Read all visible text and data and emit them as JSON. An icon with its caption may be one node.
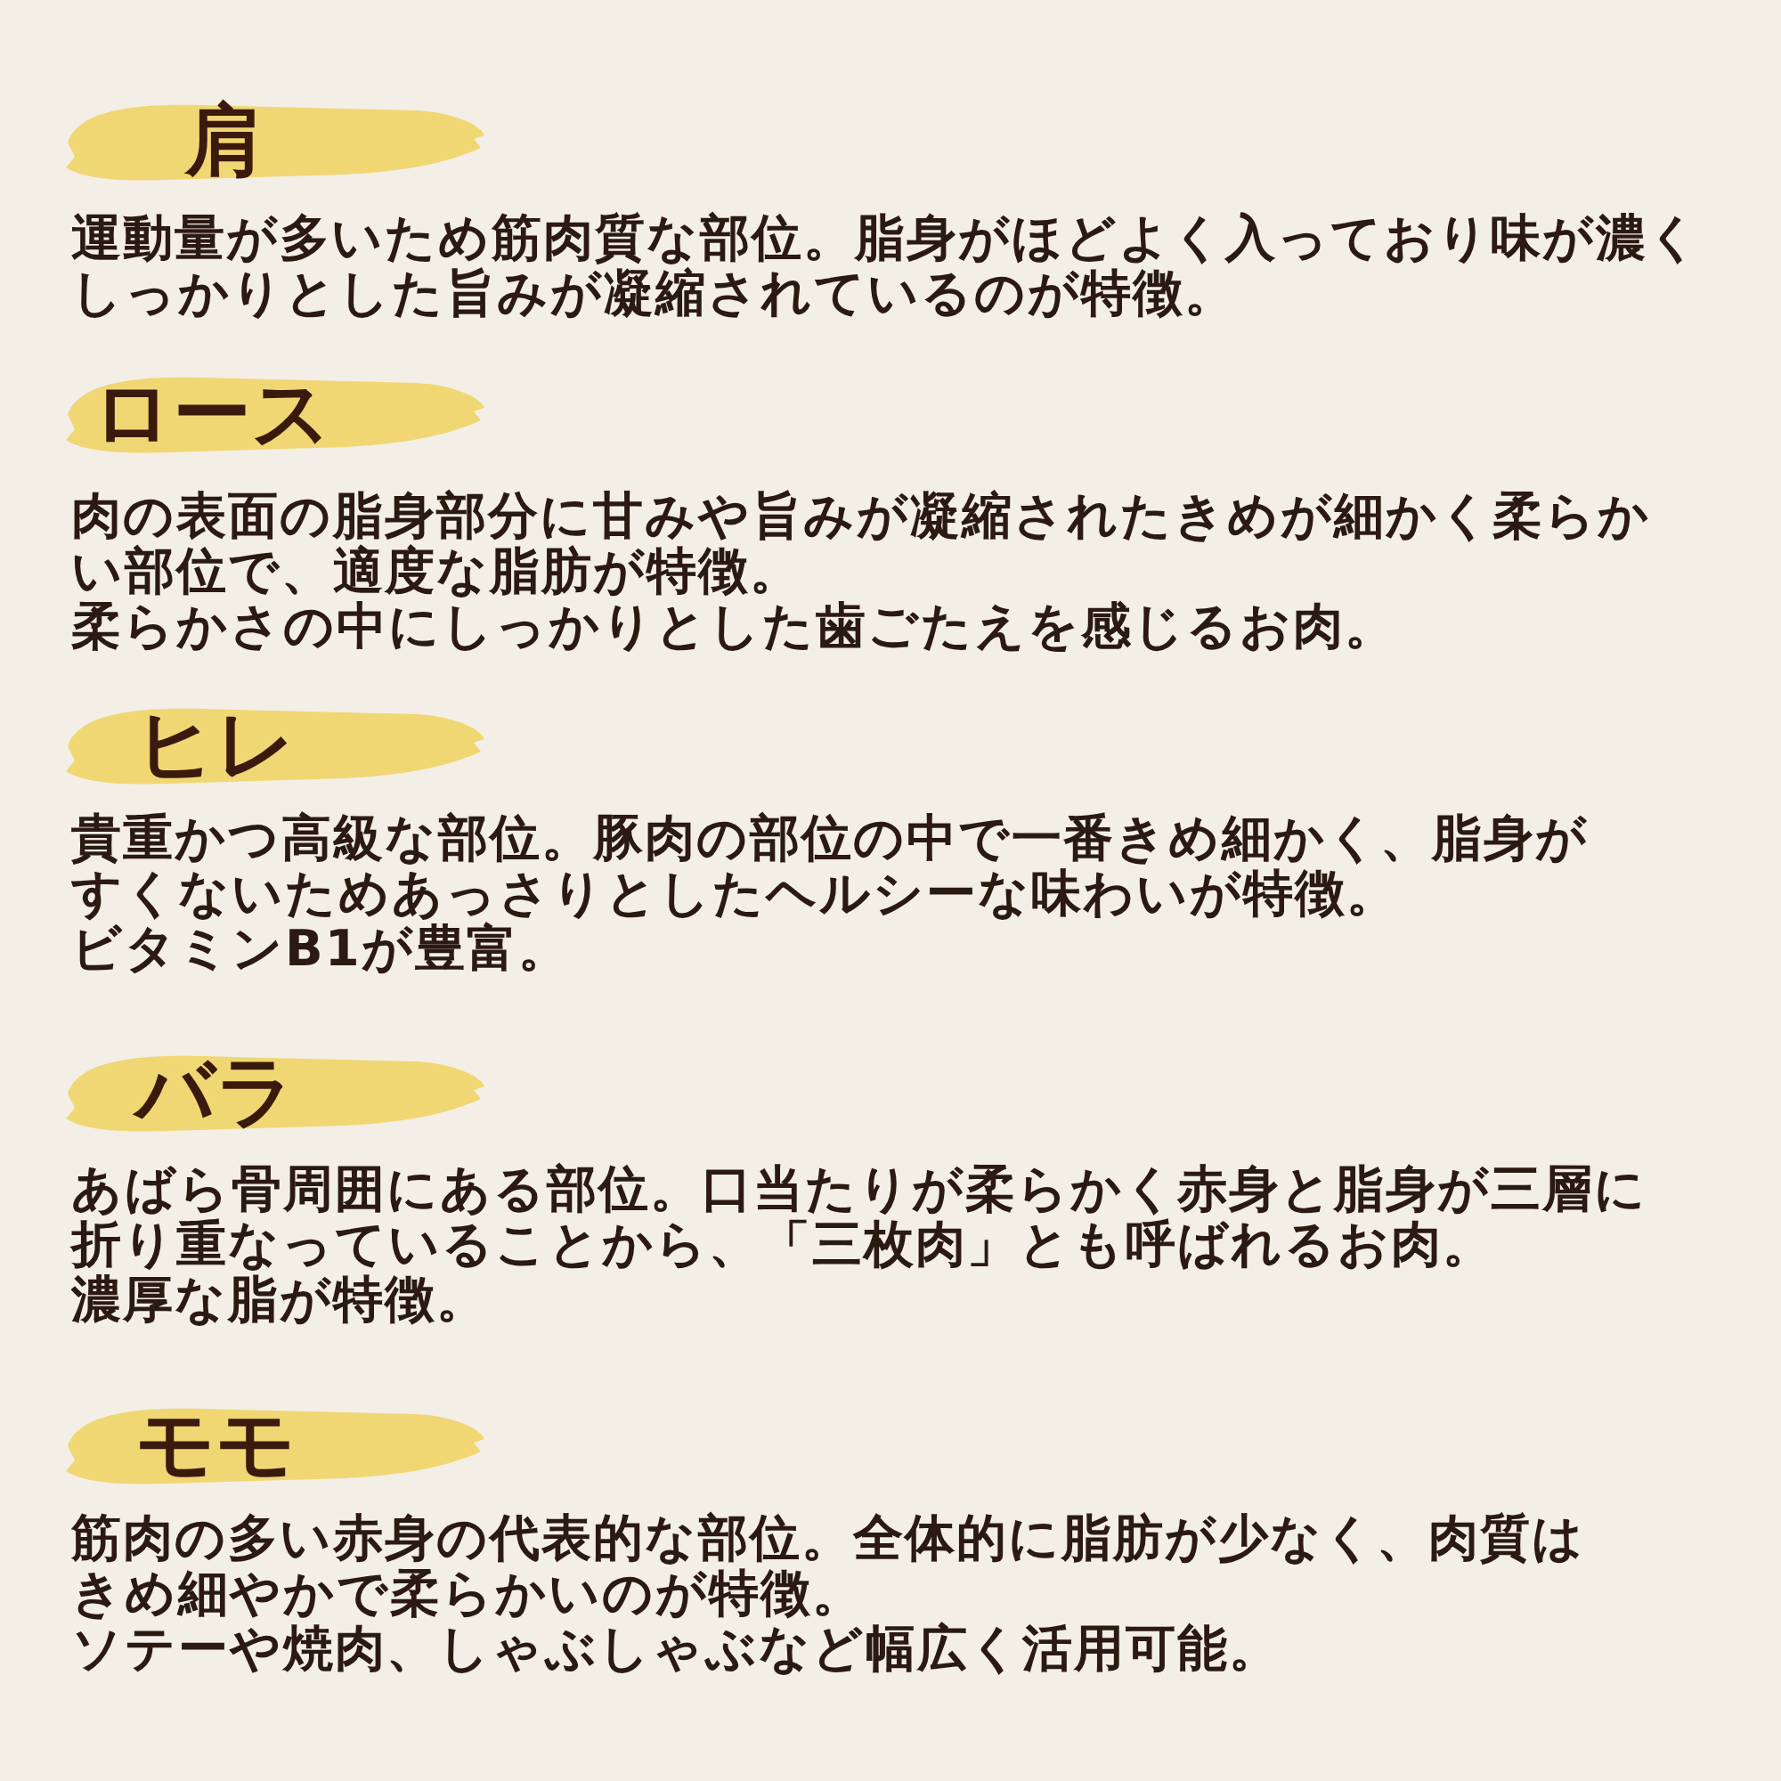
{
  "diagram": {
    "nodes": [
      {
        "text": [
          "肩"
        ],
        "beside": [
          "運動量が多いため筋肉質な部位。脂身がほどよく入っており味が濃くしっかりとした旨みが凝縮されているのが特徴。"
        ]
      },
      {
        "text": [
          "ロース"
        ],
        "beside": [
          "肉の表面の脂身部分に甘みや旨みが凝縮されたきめが細かく柔らかい部位で、適度な脂肪が特徴。",
          "柔らかさの中にしっかりとした歯ごたえを感じるお肉。"
        ]
      },
      {
        "text": [
          "ヒレ"
        ],
        "beside": [
          "貴重かつ高級な部位。豚肉の部位の中で一番きめ細かく、脂身がすくないためあっさりとしたヘルシーな味わいが特徴。",
          "ビタミンB1が豊富。"
        ]
      },
      {
        "text": [
          "バラ"
        ],
        "beside": [
          "あばら骨周囲にある部位。口当たりが柔らかく赤身と脂身が三層に折り重なっていることから、「三枚肉」とも呼ばれるお肉。",
          "濃厚な脂が特徴。"
        ]
      },
      {
        "text": [
          "モモ"
        ],
        "beside": [
          "筋肉の多い赤身の代表的な部位。全体的に脂肪が少なく、肉質はきめ細やかで柔らかいのが特徴。",
          "ソテーや焼肉、しゃぶしゃぶなど幅広く活用可能。"
        ]
      }
    ]
  }
}
